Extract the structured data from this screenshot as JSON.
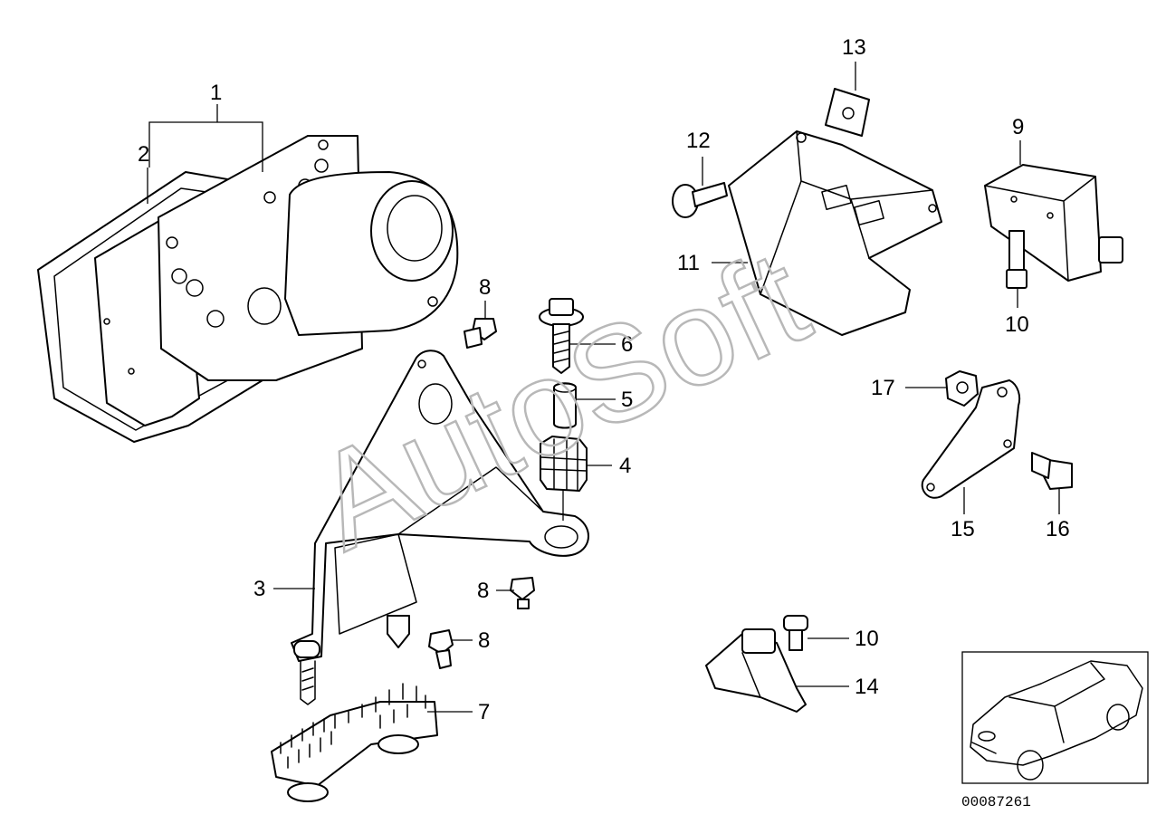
{
  "watermark": "AutoSoft",
  "reference_number": "00087261",
  "callouts": {
    "c1": "1",
    "c2": "2",
    "c3": "3",
    "c4": "4",
    "c5": "5",
    "c6": "6",
    "c7": "7",
    "c8a": "8",
    "c8b": "8",
    "c8c": "8",
    "c9": "9",
    "c10a": "10",
    "c10b": "10",
    "c11": "11",
    "c12": "12",
    "c13": "13",
    "c14": "14",
    "c15": "15",
    "c16": "16",
    "c17": "17"
  },
  "thumbnail": {
    "icon": "car-silhouette-icon"
  }
}
